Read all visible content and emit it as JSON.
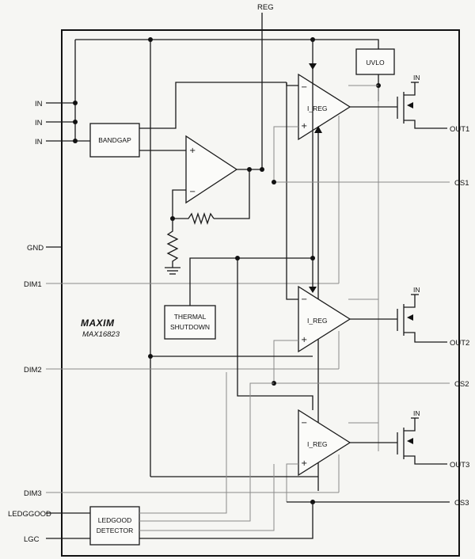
{
  "top_pin": "REG",
  "left_pins": {
    "in1": "IN",
    "in2": "IN",
    "in3": "IN",
    "gnd": "GND",
    "dim1": "DIM1",
    "dim2": "DIM2",
    "dim3": "DIM3",
    "ledgood": "LEDGGOOD",
    "lgc": "LGC"
  },
  "right_pins": {
    "out1": "OUT1",
    "cs1": "CS1",
    "out2": "OUT2",
    "cs2": "CS2",
    "out3": "OUT3",
    "cs3": "CS3"
  },
  "blocks": {
    "bandgap": "BANDGAP",
    "uvlo": "UVLO",
    "thermal_line1": "THERMAL",
    "thermal_line2": "SHUTDOWN",
    "detector_line1": "LEDGOOD",
    "detector_line2": "DETECTOR"
  },
  "amplifiers": {
    "amp1": "I_REG",
    "amp2": "I_REG",
    "amp3": "I_REG"
  },
  "fet_supply": {
    "q1": "IN",
    "q2": "IN",
    "q3": "IN"
  },
  "brand": {
    "logo": "MAXIM",
    "part_number": "MAX16823"
  },
  "signs": {
    "plus": "+",
    "minus": "−"
  }
}
